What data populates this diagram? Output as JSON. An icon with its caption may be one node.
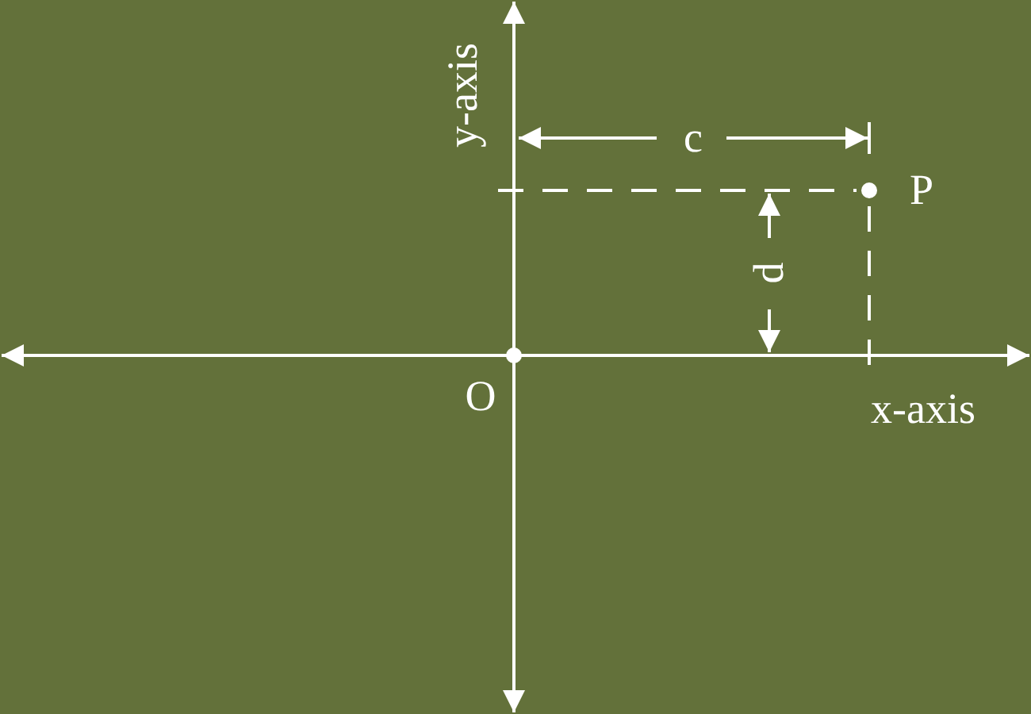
{
  "diagram": {
    "nodes": [
      {
        "text": [],
        "shape": "circle",
        "beside": [
          "O"
        ]
      },
      {
        "text": [],
        "shape": "circle",
        "beside": [
          "P"
        ]
      }
    ],
    "labels": [
      "y-axis",
      "c",
      "d",
      "x-axis"
    ]
  }
}
